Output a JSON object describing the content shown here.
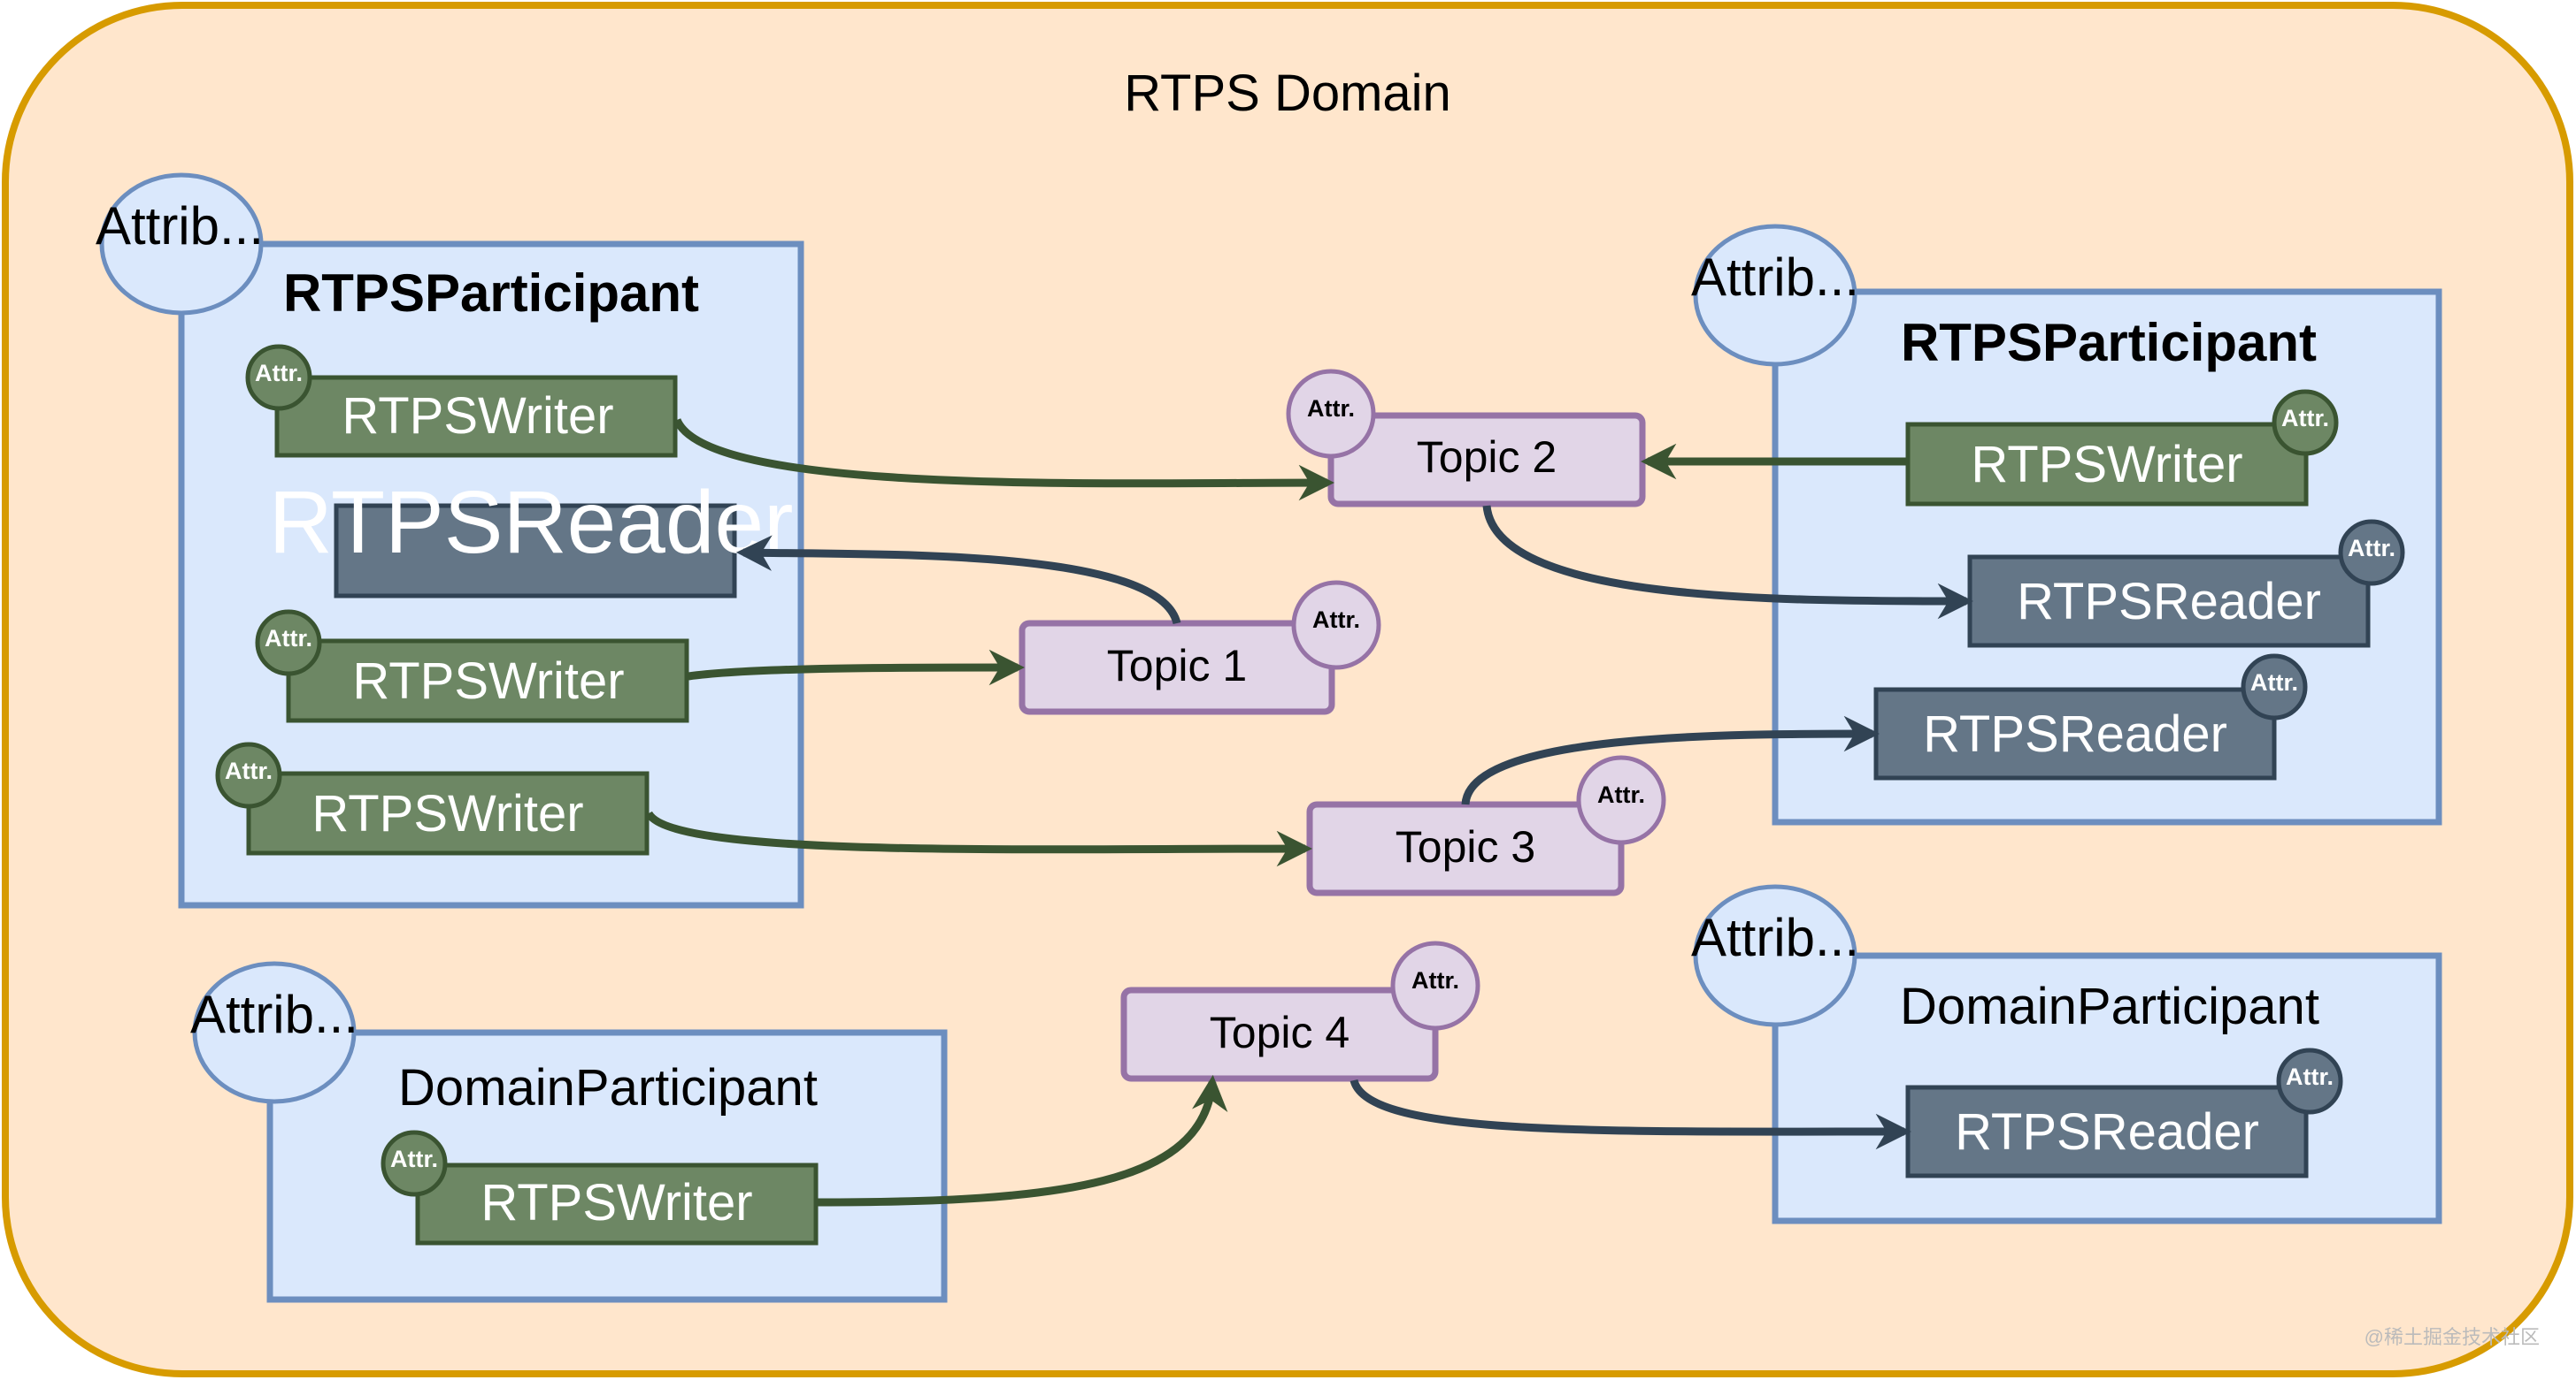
{
  "domain": {
    "title": "RTPS Domain",
    "background": "#ffe6cc",
    "border": "#d79b00"
  },
  "labels": {
    "attrib": "Attrib...",
    "attr": "Attr.",
    "rtps_participant": "RTPSParticipant",
    "domain_participant": "DomainParticipant",
    "rtps_writer": "RTPSWriter",
    "rtps_reader": "RTPSReader"
  },
  "topics": {
    "topic1": "Topic 1",
    "topic2": "Topic 2",
    "topic3": "Topic 3",
    "topic4": "Topic 4"
  },
  "watermark": "@稀土掘金技术社区",
  "colors": {
    "participant_fill": "#dae8fc",
    "participant_stroke": "#6c8ebf",
    "writer_fill": "#6d8764",
    "writer_stroke": "#3a5431",
    "reader_fill": "#647687",
    "reader_stroke": "#314354",
    "topic_fill": "#e1d5e7",
    "topic_stroke": "#9673a6",
    "writer_arrow": "#3a5431",
    "reader_arrow": "#314354"
  }
}
